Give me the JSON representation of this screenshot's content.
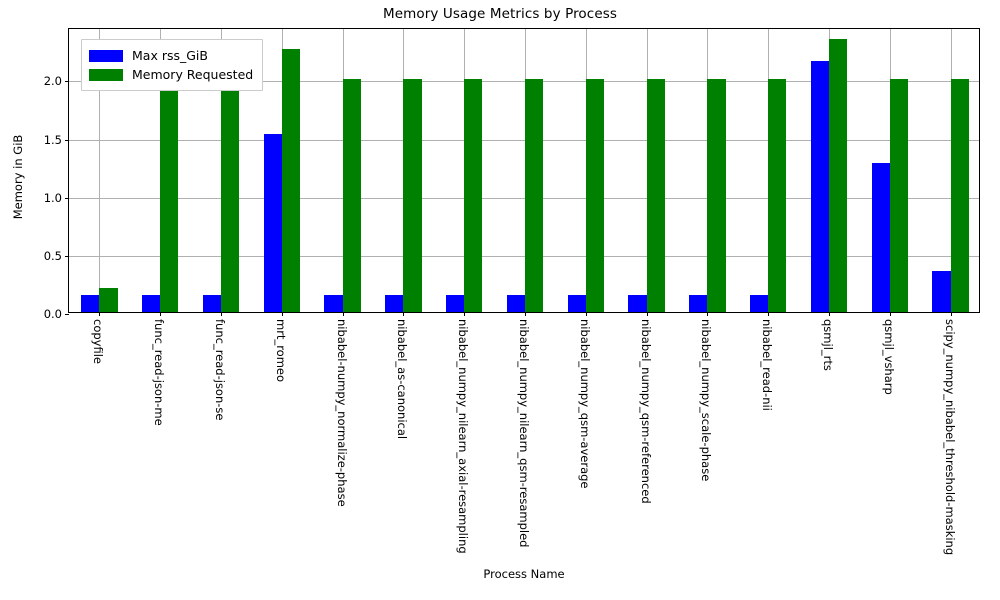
{
  "chart_data": {
    "type": "bar",
    "title": "Memory Usage Metrics by Process",
    "xlabel": "Process Name",
    "ylabel": "Memory in GiB",
    "ylim": [
      0,
      2.45
    ],
    "yticks": [
      "0.0",
      "0.5",
      "1.0",
      "1.5",
      "2.0"
    ],
    "ytick_values": [
      0.0,
      0.5,
      1.0,
      1.5,
      2.0
    ],
    "grid": "horizontal-and-vertical",
    "legend_position": "upper left",
    "xtick_rotation": 90,
    "categories": [
      "copyfile",
      "func_read-json-me",
      "func_read-json-se",
      "mrt_romeo",
      "nibabel-numpy_normalize-phase",
      "nibabel_as-canonical",
      "nibabel_numpy_nilearn_axial-resampling",
      "nibabel_numpy_nilearn_qsm-resampled",
      "nibabel_numpy_qsm-average",
      "nibabel_numpy_qsm-referenced",
      "nibabel_numpy_scale-phase",
      "nibabel_read-nii",
      "qsmjl_rts",
      "qsmjl_vsharp",
      "scipy_numpy_nibabel_threshold-masking"
    ],
    "series": [
      {
        "name": "Max rss_GiB",
        "color": "#0000ff",
        "values": [
          0.145,
          0.145,
          0.145,
          1.53,
          0.145,
          0.145,
          0.145,
          0.145,
          0.145,
          0.145,
          0.145,
          0.145,
          2.16,
          1.28,
          0.355
        ]
      },
      {
        "name": "Memory Requested",
        "color": "#008000",
        "values": [
          0.21,
          2.0,
          2.0,
          2.26,
          2.0,
          2.0,
          2.0,
          2.0,
          2.0,
          2.0,
          2.0,
          2.0,
          2.35,
          2.0,
          2.0
        ]
      }
    ]
  },
  "legend": {
    "items": [
      {
        "label": "Max rss_GiB",
        "color": "#0000ff"
      },
      {
        "label": "Memory Requested",
        "color": "#008000"
      }
    ]
  }
}
